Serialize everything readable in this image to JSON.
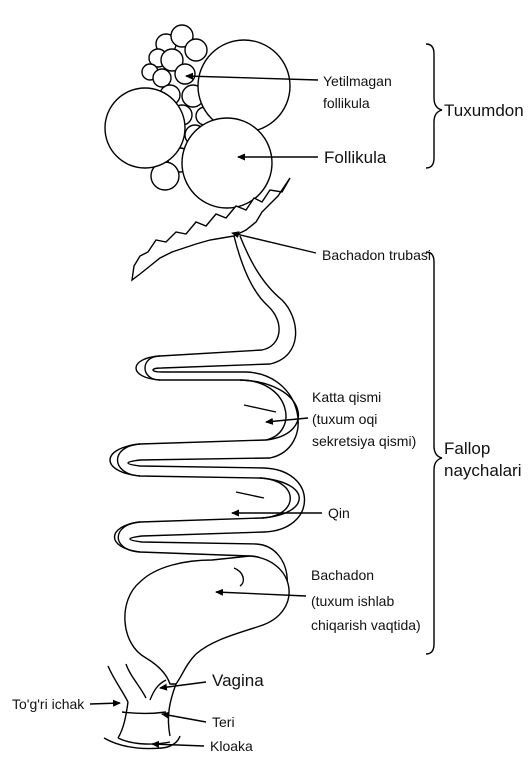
{
  "labels": {
    "tuxumdon": "Tuxumdon",
    "yetilmagan_line1": "Yetilmagan",
    "yetilmagan_line2": "follikula",
    "follikula": "Follikula",
    "bachadon_trubasi": "Bachadon trubasi",
    "fallop_line1": "Fallop",
    "fallop_line2": "naychalari",
    "katta_line1": "Katta qismi",
    "katta_line2": "(tuxum oqi",
    "katta_line3": "sekretsiya qismi)",
    "qin": "Qin",
    "bachadon_line1": "Bachadon",
    "bachadon_line2": "(tuxum ishlab",
    "bachadon_line3": "chiqarish vaqtida)",
    "vagina": "Vagina",
    "togri_ichak": "To'g'ri ichak",
    "teri": "Teri",
    "kloaka": "Kloaka"
  }
}
